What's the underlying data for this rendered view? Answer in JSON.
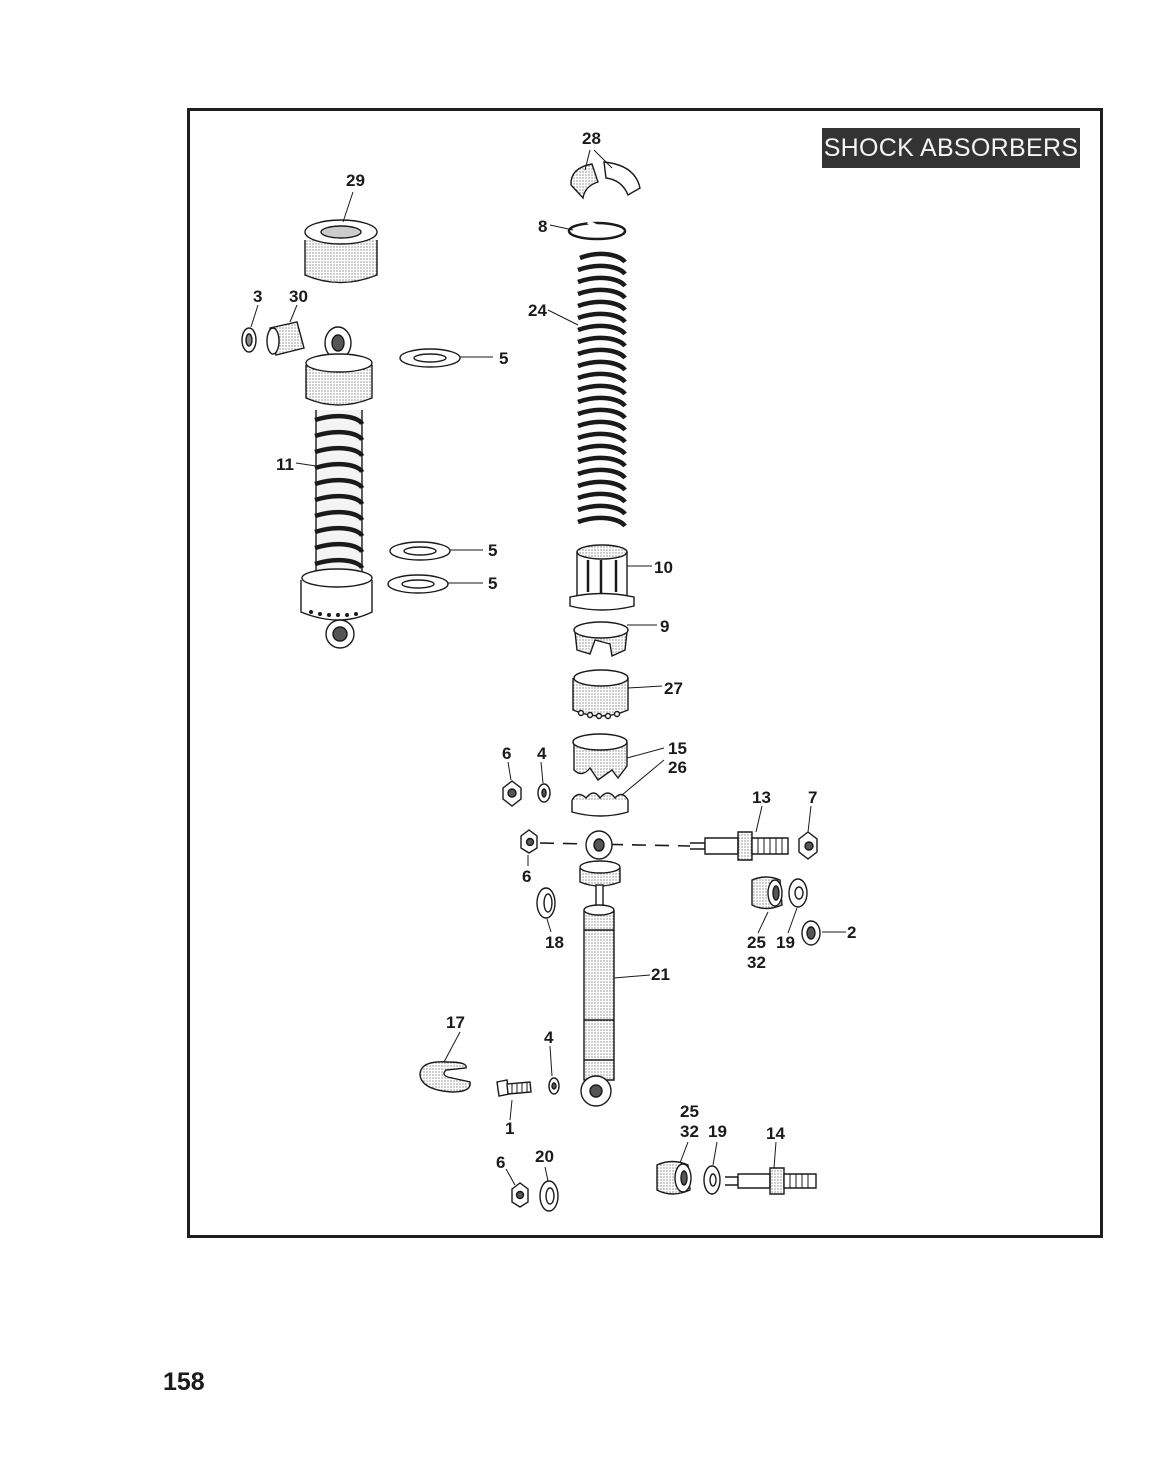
{
  "title": "SHOCK ABSORBERS",
  "page_number": "158",
  "colors": {
    "ink": "#1a1a1a",
    "title_bg": "#333333",
    "title_text": "#f4f4f4",
    "paper": "#ffffff"
  },
  "callouts": {
    "c29": "29",
    "c3": "3",
    "c30": "30",
    "c5a": "5",
    "c11": "11",
    "c5b": "5",
    "c5c": "5",
    "c28": "28",
    "c8": "8",
    "c24": "24",
    "c10": "10",
    "c9": "9",
    "c27": "27",
    "c6a": "6",
    "c4a": "4",
    "c15": "15",
    "c26": "26",
    "c13": "13",
    "c7": "7",
    "c6b": "6",
    "c18": "18",
    "c25a": "25",
    "c32a": "32",
    "c19a": "19",
    "c2": "2",
    "c21": "21",
    "c17": "17",
    "c4b": "4",
    "c1": "1",
    "c25b": "25",
    "c32b": "32",
    "c19b": "19",
    "c14": "14",
    "c6c": "6",
    "c20": "20"
  }
}
